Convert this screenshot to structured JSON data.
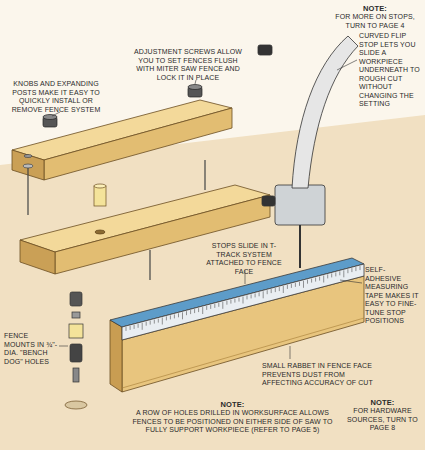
{
  "diagram": {
    "labels": [
      "NOTE:",
      "FOR MORE ON STOPS, TURN TO PAGE 4",
      "CURVED FLIP STOP LETS YOU SLIDE A WORKPIECE UNDERNEATH TO ROUGH CUT WITHOUT CHANGING THE SETTING",
      "ADJUSTMENT SCREWS ALLOW YOU TO SET FENCES FLUSH WITH MITER SAW FENCE AND LOCK IT IN PLACE",
      "KNOBS AND EXPANDING POSTS MAKE IT EASY TO QUICKLY INSTALL OR REMOVE FENCE SYSTEM",
      "STOPS SLIDE IN T-TRACK SYSTEM ATTACHED TO FENCE FACE",
      "SELF-ADHESIVE MEASURING TAPE MAKES IT EASY TO FINE-TUNE STOP POSITIONS",
      "SMALL RABBET IN FENCE FACE PREVENTS DUST FROM AFFECTING ACCURACY OF CUT",
      "FENCE MOUNTS IN ¾\"-DIA. \"BENCH DOG\" HOLES",
      "NOTE:",
      "A ROW OF HOLES DRILLED IN WORKSURFACE ALLOWS FENCES TO BE POSITIONED ON EITHER SIDE OF SAW TO FULLY SUPPORT WORKPIECE (REFER TO PAGE 5)",
      "NOTE:",
      "FOR HARDWARE SOURCES, TURN TO PAGE 8"
    ]
  }
}
